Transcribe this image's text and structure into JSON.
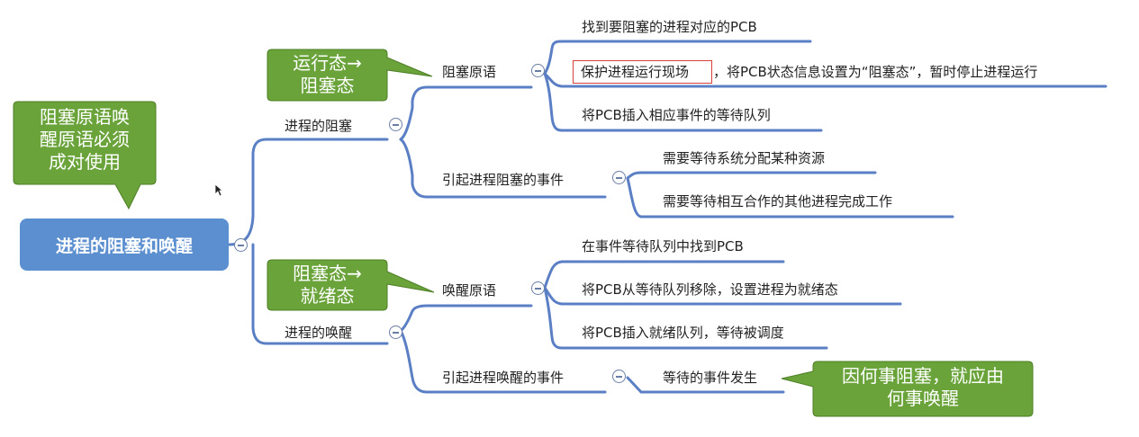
{
  "root": {
    "label": "进程的阻塞和唤醒"
  },
  "branches": {
    "block": {
      "label": "进程的阻塞",
      "primitive": {
        "label": "阻塞原语",
        "steps": [
          "找到要阻塞的进程对应的PCB",
          "保护进程运行现场",
          "，将PCB状态信息设置为“阻塞态”，暂时停止进程运行",
          "将PCB插入相应事件的等待队列"
        ]
      },
      "events": {
        "label": "引起进程阻塞的事件",
        "items": [
          "需要等待系统分配某种资源",
          "需要等待相互合作的其他进程完成工作"
        ]
      }
    },
    "wakeup": {
      "label": "进程的唤醒",
      "primitive": {
        "label": "唤醒原语",
        "steps": [
          "在事件等待队列中找到PCB",
          "将PCB从等待队列移除，设置进程为就绪态",
          "将PCB插入就绪队列，等待被调度"
        ]
      },
      "events": {
        "label": "引起进程唤醒的事件",
        "items": [
          "等待的事件发生"
        ]
      }
    }
  },
  "callouts": {
    "pair": [
      "阻塞原语唤",
      "醒原语必须",
      "成对使用"
    ],
    "run_to_block": [
      "运行态→",
      "阻塞态"
    ],
    "block_to_ready": [
      "阻塞态→",
      "就绪态"
    ],
    "cause": [
      "因何事阻塞，就应由",
      "何事唤醒"
    ]
  },
  "colors": {
    "root": "#5b8fd0",
    "callout": "#6aa33a",
    "line": "#5b7fc4",
    "highlight": "#d9403a"
  }
}
